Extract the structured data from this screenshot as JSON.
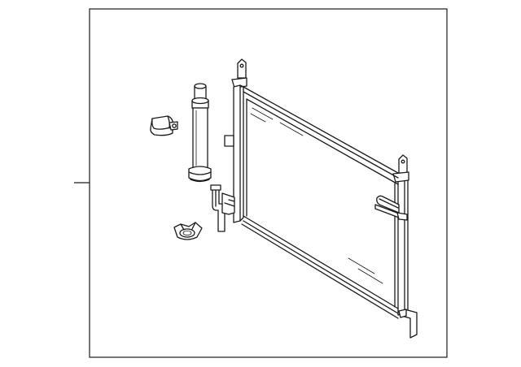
{
  "diagram": {
    "background": "#ffffff",
    "line_color": "#1a1a1a",
    "parts": [
      {
        "name": "condenser-assembly"
      },
      {
        "name": "receiver-drier-tank"
      },
      {
        "name": "drier-bracket-clamp"
      },
      {
        "name": "drier-cap-seal"
      },
      {
        "name": "inlet-pipe-fitting"
      },
      {
        "name": "outlet-pipe-fitting"
      }
    ]
  }
}
